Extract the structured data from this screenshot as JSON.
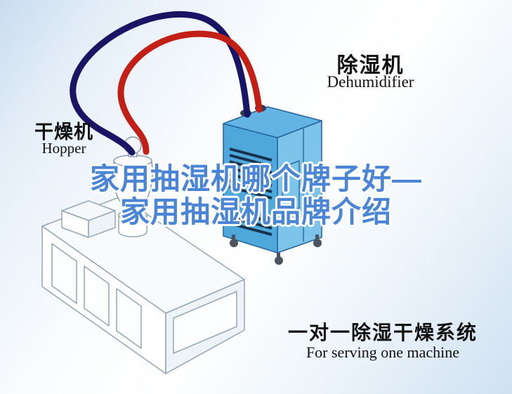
{
  "title": {
    "line1": "家用抽湿机哪个牌子好—",
    "line2": "家用抽湿机品牌介绍",
    "color": "#4a85d6"
  },
  "illustration": {
    "labels": {
      "dehumidifier_cn": "除湿机",
      "dehumidifier_en": "Dehumidifier",
      "hopper_cn": "干燥机",
      "hopper_en": "Hopper"
    },
    "caption": {
      "cn": "一对一除湿干燥系统",
      "en": "For serving one machine"
    }
  },
  "colors": {
    "pipe_red": "#c21f17",
    "pipe_navy": "#1a1464",
    "dehumidifier_front": "#4fa8dc",
    "dehumidifier_side": "#7cc4ea",
    "dehumidifier_top": "#63b4e2",
    "dehumidifier_edge": "#23649c",
    "vent_slot": "#17324d",
    "machine_line": "#94a5b6",
    "label_text": "#111111"
  }
}
